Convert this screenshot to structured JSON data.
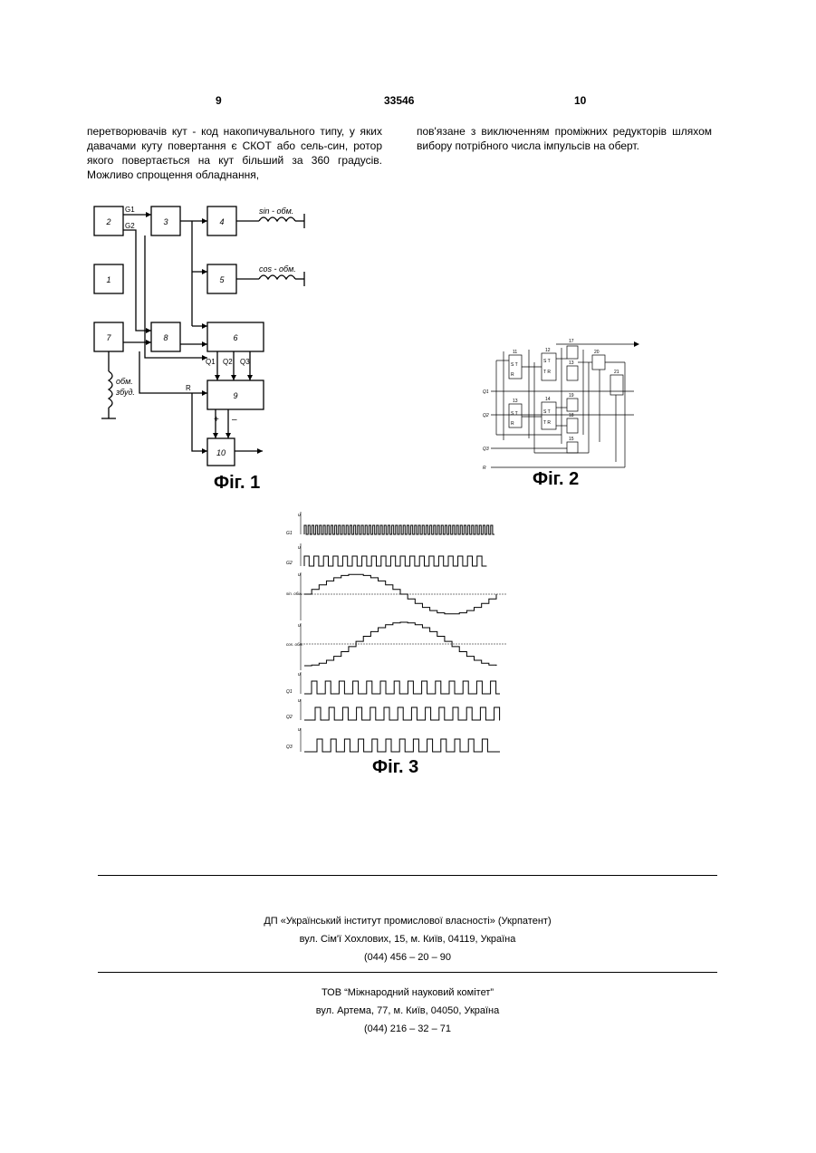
{
  "header": {
    "left_page": "9",
    "patent_number": "33546",
    "right_page": "10"
  },
  "text": {
    "left_column": "перетворювачів кут - код накопичувального типу, у яких давачами куту повертання є СКОТ або сель-син, ротор якого повертається на кут більший за 360 градусів. Можливо спрощення обладнання,",
    "right_column": "пов'язане з виключенням проміжних редукторів шляхом вибору потрібного числа імпульсів на оберт."
  },
  "fig1": {
    "caption": "Фіг. 1",
    "blocks": [
      "2",
      "3",
      "4",
      "1",
      "5",
      "7",
      "8",
      "6",
      "9",
      "10"
    ],
    "signals": {
      "g1": "G1",
      "g2": "G2",
      "q1": "Q1",
      "q2": "Q2",
      "q3": "Q3",
      "r": "R",
      "plus": "+",
      "minus": "–"
    },
    "coils": {
      "sin": "sin - обм.",
      "cos": "cos - обм.",
      "exc1": "обм.",
      "exc2": "збуд."
    }
  },
  "fig2": {
    "caption": "Фіг. 2",
    "inputs": [
      "Q1",
      "Q2",
      "Q3",
      "R"
    ]
  },
  "fig3": {
    "caption": "Фіг. 3",
    "traces": [
      "G1",
      "G2",
      "sin. обм.",
      "cos. обм.",
      "Q1",
      "Q2",
      "Q3"
    ]
  },
  "footer": {
    "org1": "ДП «Український інститут промислової власності» (Укрпатент)",
    "addr1": "вул. Сім'ї Хохлових, 15, м. Київ, 04119, Україна",
    "phone1": "(044) 456 – 20 –  90",
    "org2": "ТОВ “Міжнародний науковий комітет”",
    "addr2": "вул. Артема, 77, м. Київ, 04050, Україна",
    "phone2": "(044) 216 – 32 – 71"
  }
}
